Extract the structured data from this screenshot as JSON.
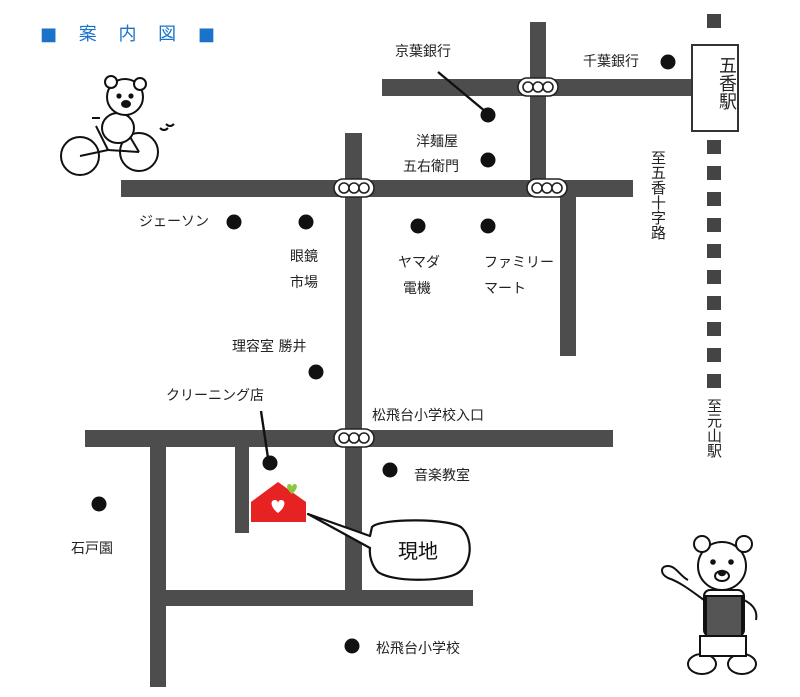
{
  "title": "■ 案 内 図 ■",
  "station": {
    "name": "五香駅"
  },
  "directions": {
    "gokou_juujiro": "至五香十字路",
    "motoyama_eki": "至元山駅"
  },
  "landmarks": {
    "keiyo_bank": "京葉銀行",
    "chiba_bank": "千葉銀行",
    "yomenya_1": "洋麺屋",
    "yomenya_2": "五右衛門",
    "jason": "ジェーソン",
    "megane_1": "眼鏡",
    "megane_2": "市場",
    "yamada_1": "ヤマダ",
    "yamada_2": "電機",
    "familymart_1": "ファミリー",
    "familymart_2": "マート",
    "barber": "理容室 勝井",
    "cleaning": "クリーニング店",
    "school_gate": "松飛台小学校入口",
    "music": "音楽教室",
    "ishido": "石戸園",
    "school": "松飛台小学校"
  },
  "site": {
    "label": "現地"
  },
  "colors": {
    "road": "#4d4d4d",
    "title": "#1a73c9",
    "house": "#e62222",
    "heart": "#8cc63f",
    "rail": "#444444"
  },
  "icons": [
    "bear-cyclist-icon",
    "bear-waving-icon",
    "house-heart-icon",
    "traffic-signal-icon"
  ]
}
